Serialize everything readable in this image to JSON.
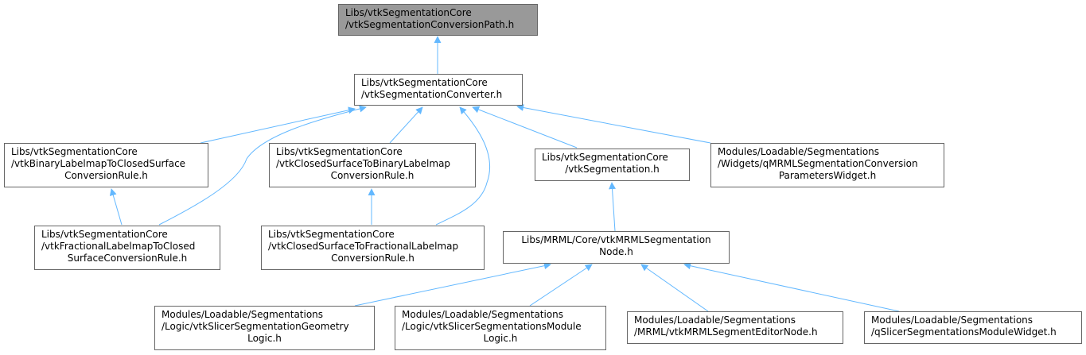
{
  "colors": {
    "edge": "#63b8ff",
    "border": "#666666",
    "root_fill": "#999999",
    "node_fill": "#ffffff"
  },
  "nodes": {
    "root": {
      "lines": [
        "Libs/vtkSegmentationCore",
        "/vtkSegmentationConversionPath.h"
      ]
    },
    "converter": {
      "lines": [
        "Libs/vtkSegmentationCore",
        "/vtkSegmentationConverter.h"
      ]
    },
    "binary_to_closed": {
      "lines": [
        "Libs/vtkSegmentationCore",
        "/vtkBinaryLabelmapToClosedSurface",
        "ConversionRule.h"
      ]
    },
    "closed_to_binary": {
      "lines": [
        "Libs/vtkSegmentationCore",
        "/vtkClosedSurfaceToBinaryLabelmap",
        "ConversionRule.h"
      ]
    },
    "segmentation": {
      "lines": [
        "Libs/vtkSegmentationCore",
        "/vtkSegmentation.h"
      ]
    },
    "widgets": {
      "lines": [
        "Modules/Loadable/Segmentations",
        "/Widgets/qMRMLSegmentationConversion",
        "ParametersWidget.h"
      ]
    },
    "fractional_to_closed": {
      "lines": [
        "Libs/vtkSegmentationCore",
        "/vtkFractionalLabelmapToClosed",
        "SurfaceConversionRule.h"
      ]
    },
    "closed_to_fractional": {
      "lines": [
        "Libs/vtkSegmentationCore",
        "/vtkClosedSurfaceToFractionalLabelmap",
        "ConversionRule.h"
      ]
    },
    "mrml_node": {
      "lines": [
        "Libs/MRML/Core/vtkMRMLSegmentation",
        "Node.h"
      ]
    },
    "geometry_logic": {
      "lines": [
        "Modules/Loadable/Segmentations",
        "/Logic/vtkSlicerSegmentationGeometry",
        "Logic.h"
      ]
    },
    "module_logic": {
      "lines": [
        "Modules/Loadable/Segmentations",
        "/Logic/vtkSlicerSegmentationsModule",
        "Logic.h"
      ]
    },
    "editor_node": {
      "lines": [
        "Modules/Loadable/Segmentations",
        "/MRML/vtkMRMLSegmentEditorNode.h"
      ]
    },
    "module_widget": {
      "lines": [
        "Modules/Loadable/Segmentations",
        "/qSlicerSegmentationsModuleWidget.h"
      ]
    }
  },
  "edges": [
    {
      "from": "converter",
      "to": "root"
    },
    {
      "from": "binary_to_closed",
      "to": "converter"
    },
    {
      "from": "closed_to_binary",
      "to": "converter"
    },
    {
      "from": "segmentation",
      "to": "converter"
    },
    {
      "from": "widgets",
      "to": "converter"
    },
    {
      "from": "fractional_to_closed",
      "to": "converter"
    },
    {
      "from": "closed_to_fractional",
      "to": "converter"
    },
    {
      "from": "fractional_to_closed",
      "to": "binary_to_closed"
    },
    {
      "from": "closed_to_fractional",
      "to": "closed_to_binary"
    },
    {
      "from": "mrml_node",
      "to": "segmentation"
    },
    {
      "from": "geometry_logic",
      "to": "mrml_node"
    },
    {
      "from": "module_logic",
      "to": "mrml_node"
    },
    {
      "from": "editor_node",
      "to": "mrml_node"
    },
    {
      "from": "module_widget",
      "to": "mrml_node"
    }
  ]
}
